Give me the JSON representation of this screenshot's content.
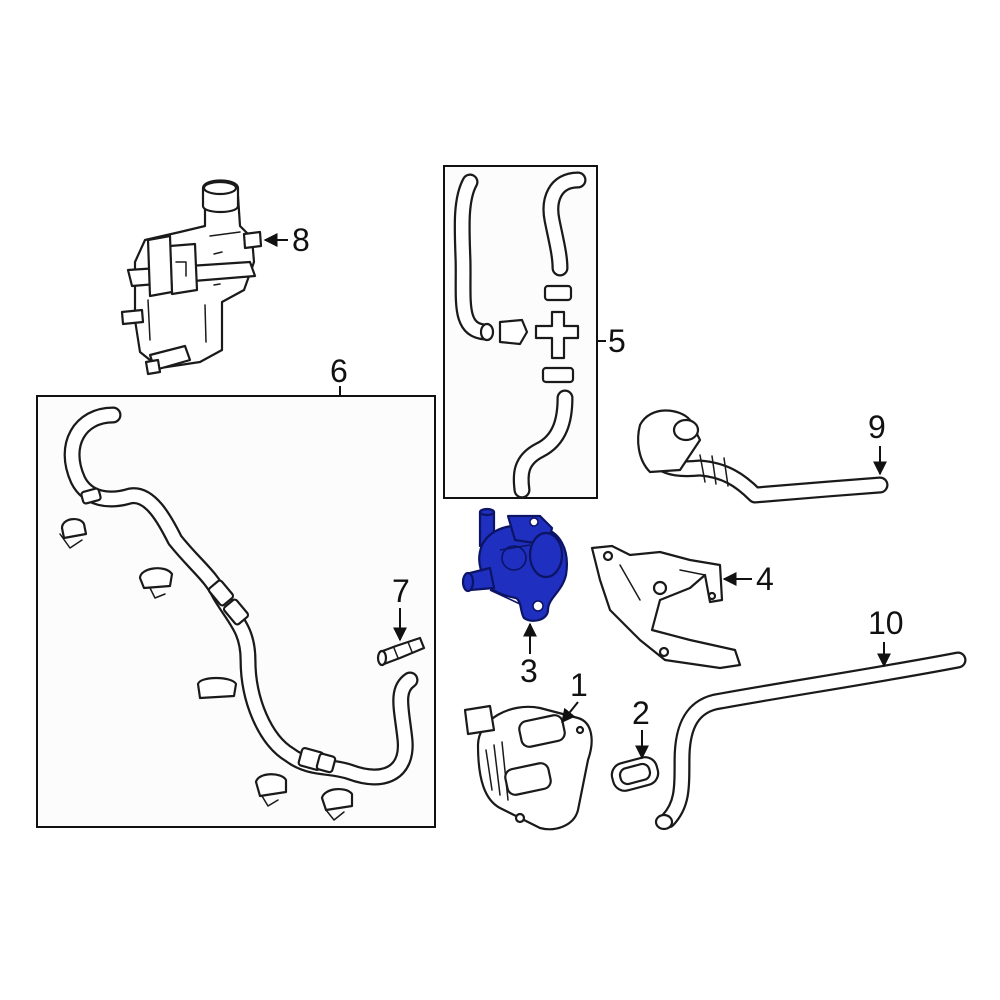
{
  "diagram": {
    "highlight_color": "#1f2fbf",
    "callouts": [
      {
        "id": "1",
        "label": "1"
      },
      {
        "id": "2",
        "label": "2"
      },
      {
        "id": "3",
        "label": "3"
      },
      {
        "id": "4",
        "label": "4"
      },
      {
        "id": "5",
        "label": "5"
      },
      {
        "id": "6",
        "label": "6"
      },
      {
        "id": "7",
        "label": "7"
      },
      {
        "id": "8",
        "label": "8"
      },
      {
        "id": "9",
        "label": "9"
      },
      {
        "id": "10",
        "label": "10"
      }
    ],
    "highlighted_part": "3"
  }
}
